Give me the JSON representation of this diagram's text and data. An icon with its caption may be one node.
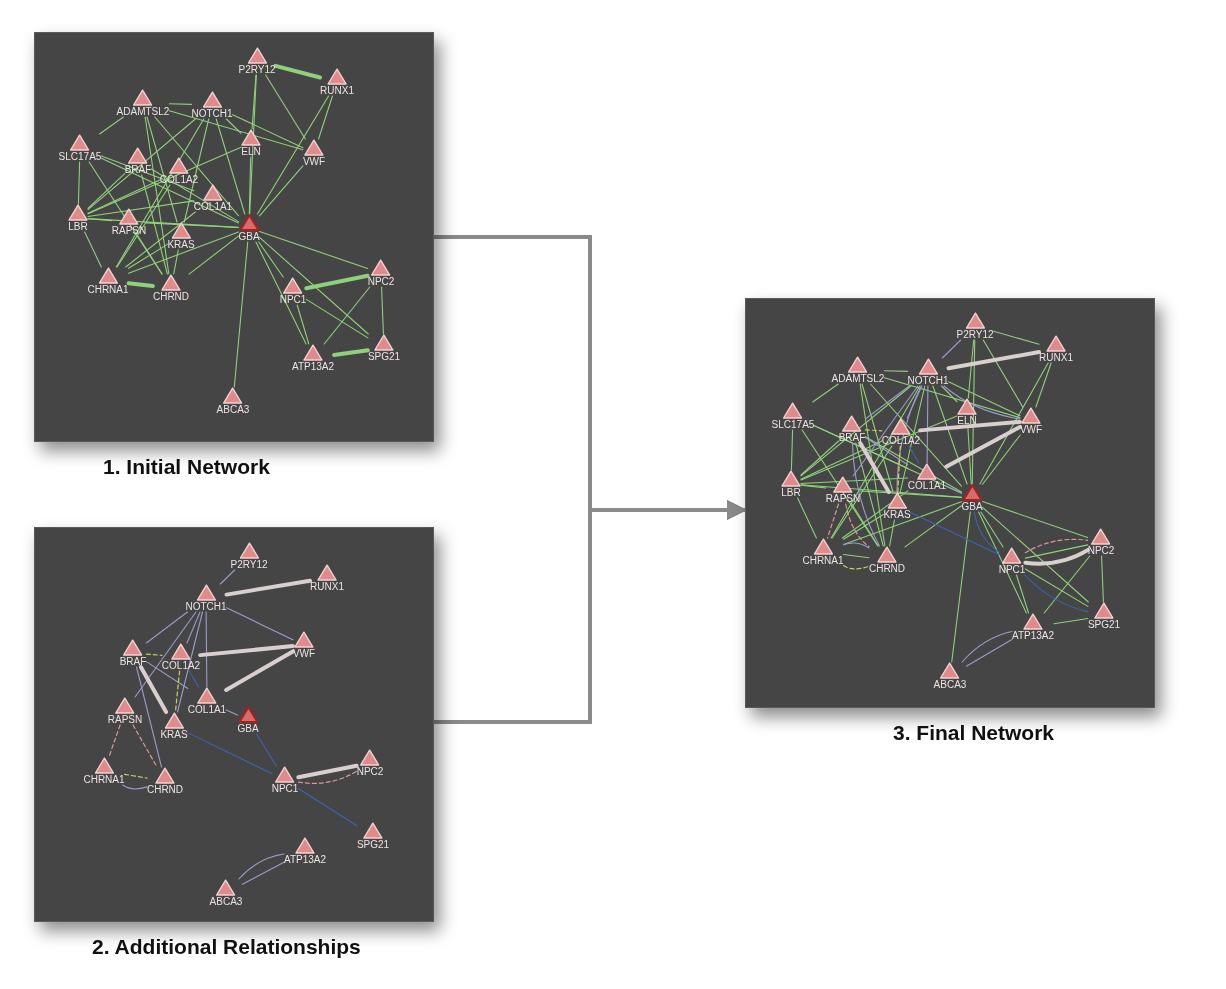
{
  "diagram": {
    "nodes": [
      {
        "text": [
          "1. Initial Network"
        ]
      },
      {
        "text": [
          "P2RY12"
        ],
        "in": 0
      },
      {
        "text": [
          "RUNX1"
        ],
        "in": 0
      },
      {
        "text": [
          "ADAMTSL2"
        ],
        "in": 0
      },
      {
        "text": [
          "NOTCH1"
        ],
        "in": 0
      },
      {
        "text": [
          "SLC17A5"
        ],
        "in": 0
      },
      {
        "text": [
          "BRAF"
        ],
        "in": 0
      },
      {
        "text": [
          "COL1A2"
        ],
        "in": 0
      },
      {
        "text": [
          "ELN"
        ],
        "in": 0
      },
      {
        "text": [
          "VWF"
        ],
        "in": 0
      },
      {
        "text": [
          "COL1A1"
        ],
        "in": 0
      },
      {
        "text": [
          "LBR"
        ],
        "in": 0
      },
      {
        "text": [
          "RAPSN"
        ],
        "in": 0
      },
      {
        "text": [
          "KRAS"
        ],
        "in": 0
      },
      {
        "text": [
          "GBA"
        ],
        "in": 0
      },
      {
        "text": [
          "CHRNA1"
        ],
        "in": 0
      },
      {
        "text": [
          "CHRND"
        ],
        "in": 0
      },
      {
        "text": [
          "NPC1"
        ],
        "in": 0
      },
      {
        "text": [
          "NPC2"
        ],
        "in": 0
      },
      {
        "text": [
          "SPG21"
        ],
        "in": 0
      },
      {
        "text": [
          "ATP13A2"
        ],
        "in": 0
      },
      {
        "text": [
          "ABCA3"
        ],
        "in": 0
      },
      {
        "text": [
          "2. Additional Relationships"
        ]
      },
      {
        "text": [
          "P2RY12"
        ],
        "in": 22
      },
      {
        "text": [
          "RUNX1"
        ],
        "in": 22
      },
      {
        "text": [
          "NOTCH1"
        ],
        "in": 22
      },
      {
        "text": [
          "BRAF"
        ],
        "in": 22
      },
      {
        "text": [
          "COL1A2"
        ],
        "in": 22
      },
      {
        "text": [
          "VWF"
        ],
        "in": 22
      },
      {
        "text": [
          "COL1A1"
        ],
        "in": 22
      },
      {
        "text": [
          "RAPSN"
        ],
        "in": 22
      },
      {
        "text": [
          "KRAS"
        ],
        "in": 22
      },
      {
        "text": [
          "GBA"
        ],
        "in": 22
      },
      {
        "text": [
          "CHRNA1"
        ],
        "in": 22
      },
      {
        "text": [
          "CHRND"
        ],
        "in": 22
      },
      {
        "text": [
          "NPC1"
        ],
        "in": 22
      },
      {
        "text": [
          "NPC2"
        ],
        "in": 22
      },
      {
        "text": [
          "SPG21"
        ],
        "in": 22
      },
      {
        "text": [
          "ATP13A2"
        ],
        "in": 22
      },
      {
        "text": [
          "ABCA3"
        ],
        "in": 22
      },
      {
        "text": [
          "3. Final Network"
        ]
      },
      {
        "text": [
          "P2RY12"
        ],
        "in": 40
      },
      {
        "text": [
          "RUNX1"
        ],
        "in": 40
      },
      {
        "text": [
          "ADAMTSL2"
        ],
        "in": 40
      },
      {
        "text": [
          "NOTCH1"
        ],
        "in": 40
      },
      {
        "text": [
          "SLC17A5"
        ],
        "in": 40
      },
      {
        "text": [
          "BRAF"
        ],
        "in": 40
      },
      {
        "text": [
          "COL1A2"
        ],
        "in": 40
      },
      {
        "text": [
          "ELN"
        ],
        "in": 40
      },
      {
        "text": [
          "VWF"
        ],
        "in": 40
      },
      {
        "text": [
          "COL1A1"
        ],
        "in": 40
      },
      {
        "text": [
          "LBR"
        ],
        "in": 40
      },
      {
        "text": [
          "RAPSN"
        ],
        "in": 40
      },
      {
        "text": [
          "KRAS"
        ],
        "in": 40
      },
      {
        "text": [
          "GBA"
        ],
        "in": 40
      },
      {
        "text": [
          "CHRNA1"
        ],
        "in": 40
      },
      {
        "text": [
          "CHRND"
        ],
        "in": 40
      },
      {
        "text": [
          "NPC1"
        ],
        "in": 40
      },
      {
        "text": [
          "NPC2"
        ],
        "in": 40
      },
      {
        "text": [
          "SPG21"
        ],
        "in": 40
      },
      {
        "text": [
          "ATP13A2"
        ],
        "in": 40
      },
      {
        "text": [
          "ABCA3"
        ],
        "in": 40
      }
    ],
    "edges": [
      {
        "from": 0,
        "to": 40,
        "arrow": "to",
        "style": "thick",
        "color": "#8a8a8a"
      },
      {
        "from": 22,
        "to": 40,
        "arrow": "to",
        "style": "thick",
        "color": "#8a8a8a"
      },
      {
        "from": 1,
        "to": 2,
        "arrow": "none",
        "style": "thick"
      },
      {
        "from": 1,
        "to": 14,
        "arrow": "none"
      },
      {
        "from": 1,
        "to": 9,
        "arrow": "none"
      },
      {
        "from": 1,
        "to": 8,
        "arrow": "none"
      },
      {
        "from": 2,
        "to": 9,
        "arrow": "none"
      },
      {
        "from": 2,
        "to": 14,
        "arrow": "none"
      },
      {
        "from": 3,
        "to": 4,
        "arrow": "none"
      },
      {
        "from": 3,
        "to": 5,
        "arrow": "none"
      },
      {
        "from": 3,
        "to": 9,
        "arrow": "none"
      },
      {
        "from": 3,
        "to": 14,
        "arrow": "none"
      },
      {
        "from": 3,
        "to": 13,
        "arrow": "none"
      },
      {
        "from": 3,
        "to": 16,
        "arrow": "none"
      },
      {
        "from": 4,
        "to": 8,
        "arrow": "none"
      },
      {
        "from": 4,
        "to": 9,
        "arrow": "none"
      },
      {
        "from": 4,
        "to": 14,
        "arrow": "none"
      },
      {
        "from": 4,
        "to": 11,
        "arrow": "none"
      },
      {
        "from": 4,
        "to": 15,
        "arrow": "none"
      },
      {
        "from": 4,
        "to": 13,
        "arrow": "none"
      },
      {
        "from": 5,
        "to": 11,
        "arrow": "none"
      },
      {
        "from": 5,
        "to": 14,
        "arrow": "none"
      },
      {
        "from": 5,
        "to": 16,
        "arrow": "none"
      },
      {
        "from": 5,
        "to": 10,
        "arrow": "none"
      },
      {
        "from": 6,
        "to": 14,
        "arrow": "none"
      },
      {
        "from": 6,
        "to": 16,
        "arrow": "none"
      },
      {
        "from": 6,
        "to": 11,
        "arrow": "none"
      },
      {
        "from": 7,
        "to": 11,
        "arrow": "none"
      },
      {
        "from": 7,
        "to": 15,
        "arrow": "none"
      },
      {
        "from": 8,
        "to": 14,
        "arrow": "none"
      },
      {
        "from": 8,
        "to": 11,
        "arrow": "none"
      },
      {
        "from": 9,
        "to": 14,
        "arrow": "none"
      },
      {
        "from": 10,
        "to": 11,
        "arrow": "none"
      },
      {
        "from": 10,
        "to": 15,
        "arrow": "none"
      },
      {
        "from": 11,
        "to": 14,
        "arrow": "none"
      },
      {
        "from": 11,
        "to": 15,
        "arrow": "none"
      },
      {
        "from": 11,
        "to": 12,
        "arrow": "none"
      },
      {
        "from": 12,
        "to": 16,
        "arrow": "none"
      },
      {
        "from": 12,
        "to": 14,
        "arrow": "none"
      },
      {
        "from": 13,
        "to": 16,
        "arrow": "none"
      },
      {
        "from": 13,
        "to": 15,
        "arrow": "none"
      },
      {
        "from": 14,
        "to": 15,
        "arrow": "none"
      },
      {
        "from": 14,
        "to": 16,
        "arrow": "none"
      },
      {
        "from": 15,
        "to": 16,
        "arrow": "none",
        "style": "thick"
      },
      {
        "from": 14,
        "to": 18,
        "arrow": "none"
      },
      {
        "from": 14,
        "to": 17,
        "arrow": "none"
      },
      {
        "from": 14,
        "to": 19,
        "arrow": "none"
      },
      {
        "from": 14,
        "to": 20,
        "arrow": "none"
      },
      {
        "from": 14,
        "to": 21,
        "arrow": "none"
      },
      {
        "from": 17,
        "to": 18,
        "arrow": "none",
        "style": "thick"
      },
      {
        "from": 17,
        "to": 20,
        "arrow": "none"
      },
      {
        "from": 17,
        "to": 19,
        "arrow": "none"
      },
      {
        "from": 18,
        "to": 19,
        "arrow": "none"
      },
      {
        "from": 18,
        "to": 20,
        "arrow": "none"
      },
      {
        "from": 19,
        "to": 20,
        "arrow": "none",
        "style": "thick"
      },
      {
        "from": 23,
        "to": 25,
        "arrow": "none",
        "color": "#9a9ccc"
      },
      {
        "from": 25,
        "to": 24,
        "arrow": "none",
        "style": "thick",
        "color": "#d9cfcf"
      },
      {
        "from": 25,
        "to": 26,
        "arrow": "none",
        "color": "#9a9ccc"
      },
      {
        "from": 25,
        "to": 28,
        "arrow": "none",
        "color": "#9a9ccc"
      },
      {
        "from": 25,
        "to": 29,
        "arrow": "none",
        "color": "#9a9ccc"
      },
      {
        "from": 25,
        "to": 31,
        "arrow": "none",
        "color": "#9a9ccc"
      },
      {
        "from": 25,
        "to": 30,
        "arrow": "none",
        "color": "#9a9ccc"
      },
      {
        "from": 25,
        "to": 27,
        "arrow": "none",
        "color": "#9a9ccc"
      },
      {
        "from": 27,
        "to": 28,
        "arrow": "none",
        "style": "thick",
        "color": "#d9cfcf"
      },
      {
        "from": 29,
        "to": 28,
        "arrow": "none",
        "style": "thick",
        "color": "#d9cfcf"
      },
      {
        "from": 26,
        "to": 31,
        "arrow": "none",
        "style": "thick",
        "color": "#d9cfcf"
      },
      {
        "from": 26,
        "to": 29,
        "arrow": "none",
        "color": "#9a9ccc"
      },
      {
        "from": 26,
        "to": 27,
        "arrow": "none",
        "style": "dashed",
        "color": "#c8d060"
      },
      {
        "from": 27,
        "to": 31,
        "arrow": "none",
        "style": "dashed",
        "color": "#c8d060"
      },
      {
        "from": 27,
        "to": 29,
        "arrow": "none",
        "color": "#3a66b0"
      },
      {
        "from": 29,
        "to": 32,
        "arrow": "none",
        "color": "#9a9ccc"
      },
      {
        "from": 31,
        "to": 35,
        "arrow": "none",
        "color": "#3a66b0"
      },
      {
        "from": 32,
        "to": 35,
        "arrow": "none",
        "color": "#3a66b0"
      },
      {
        "from": 35,
        "to": 37,
        "arrow": "none",
        "color": "#3a66b0"
      },
      {
        "from": 35,
        "to": 36,
        "arrow": "none",
        "style": "thick",
        "color": "#d9cfcf"
      },
      {
        "from": 35,
        "to": 36,
        "arrow": "none",
        "style": "dashed",
        "color": "#d89a9a"
      },
      {
        "from": 30,
        "to": 33,
        "arrow": "none",
        "style": "dashed",
        "color": "#d89a9a"
      },
      {
        "from": 30,
        "to": 34,
        "arrow": "none",
        "style": "dashed",
        "color": "#d89a9a"
      },
      {
        "from": 33,
        "to": 34,
        "arrow": "none",
        "style": "dashed",
        "color": "#c8d060"
      },
      {
        "from": 33,
        "to": 34,
        "arrow": "none",
        "color": "#9a9ccc"
      },
      {
        "from": 26,
        "to": 34,
        "arrow": "none",
        "color": "#9a9ccc"
      },
      {
        "from": 38,
        "to": 39,
        "arrow": "none",
        "color": "#9a9ccc"
      },
      {
        "from": 38,
        "to": 39,
        "arrow": "none",
        "color": "#9a9ccc"
      },
      {
        "from": 41,
        "to": 42,
        "arrow": "none"
      },
      {
        "from": 41,
        "to": 54,
        "arrow": "none"
      },
      {
        "from": 41,
        "to": 49,
        "arrow": "none"
      },
      {
        "from": 41,
        "to": 48,
        "arrow": "none"
      },
      {
        "from": 42,
        "to": 49,
        "arrow": "none"
      },
      {
        "from": 42,
        "to": 54,
        "arrow": "none"
      },
      {
        "from": 43,
        "to": 44,
        "arrow": "none"
      },
      {
        "from": 43,
        "to": 45,
        "arrow": "none"
      },
      {
        "from": 43,
        "to": 49,
        "arrow": "none"
      },
      {
        "from": 43,
        "to": 54,
        "arrow": "none"
      },
      {
        "from": 43,
        "to": 53,
        "arrow": "none"
      },
      {
        "from": 43,
        "to": 56,
        "arrow": "none"
      },
      {
        "from": 44,
        "to": 48,
        "arrow": "none"
      },
      {
        "from": 44,
        "to": 49,
        "arrow": "none"
      },
      {
        "from": 44,
        "to": 54,
        "arrow": "none"
      },
      {
        "from": 44,
        "to": 51,
        "arrow": "none"
      },
      {
        "from": 44,
        "to": 55,
        "arrow": "none"
      },
      {
        "from": 44,
        "to": 53,
        "arrow": "none"
      },
      {
        "from": 45,
        "to": 51,
        "arrow": "none"
      },
      {
        "from": 45,
        "to": 54,
        "arrow": "none"
      },
      {
        "from": 45,
        "to": 56,
        "arrow": "none"
      },
      {
        "from": 45,
        "to": 50,
        "arrow": "none"
      },
      {
        "from": 46,
        "to": 54,
        "arrow": "none"
      },
      {
        "from": 46,
        "to": 56,
        "arrow": "none"
      },
      {
        "from": 46,
        "to": 51,
        "arrow": "none"
      },
      {
        "from": 47,
        "to": 51,
        "arrow": "none"
      },
      {
        "from": 47,
        "to": 55,
        "arrow": "none"
      },
      {
        "from": 48,
        "to": 54,
        "arrow": "none"
      },
      {
        "from": 48,
        "to": 51,
        "arrow": "none"
      },
      {
        "from": 49,
        "to": 54,
        "arrow": "none"
      },
      {
        "from": 50,
        "to": 51,
        "arrow": "none"
      },
      {
        "from": 50,
        "to": 55,
        "arrow": "none"
      },
      {
        "from": 51,
        "to": 54,
        "arrow": "none"
      },
      {
        "from": 51,
        "to": 55,
        "arrow": "none"
      },
      {
        "from": 51,
        "to": 52,
        "arrow": "none"
      },
      {
        "from": 52,
        "to": 56,
        "arrow": "none"
      },
      {
        "from": 52,
        "to": 54,
        "arrow": "none"
      },
      {
        "from": 53,
        "to": 56,
        "arrow": "none"
      },
      {
        "from": 53,
        "to": 55,
        "arrow": "none"
      },
      {
        "from": 54,
        "to": 55,
        "arrow": "none"
      },
      {
        "from": 54,
        "to": 56,
        "arrow": "none"
      },
      {
        "from": 55,
        "to": 56,
        "arrow": "none"
      },
      {
        "from": 54,
        "to": 58,
        "arrow": "none"
      },
      {
        "from": 54,
        "to": 57,
        "arrow": "none"
      },
      {
        "from": 54,
        "to": 59,
        "arrow": "none"
      },
      {
        "from": 54,
        "to": 60,
        "arrow": "none"
      },
      {
        "from": 54,
        "to": 61,
        "arrow": "none"
      },
      {
        "from": 57,
        "to": 58,
        "arrow": "none"
      },
      {
        "from": 57,
        "to": 60,
        "arrow": "none"
      },
      {
        "from": 57,
        "to": 59,
        "arrow": "none"
      },
      {
        "from": 58,
        "to": 59,
        "arrow": "none"
      },
      {
        "from": 58,
        "to": 60,
        "arrow": "none"
      },
      {
        "from": 59,
        "to": 60,
        "arrow": "none"
      },
      {
        "from": 41,
        "to": 44,
        "arrow": "none",
        "color": "#9a9ccc"
      },
      {
        "from": 44,
        "to": 42,
        "arrow": "none",
        "style": "thick",
        "color": "#d9cfcf"
      },
      {
        "from": 44,
        "to": 46,
        "arrow": "none",
        "color": "#9a9ccc"
      },
      {
        "from": 44,
        "to": 49,
        "arrow": "none",
        "color": "#9a9ccc"
      },
      {
        "from": 44,
        "to": 50,
        "arrow": "none",
        "color": "#9a9ccc"
      },
      {
        "from": 44,
        "to": 53,
        "arrow": "none",
        "color": "#9a9ccc"
      },
      {
        "from": 44,
        "to": 52,
        "arrow": "none",
        "color": "#9a9ccc"
      },
      {
        "from": 44,
        "to": 47,
        "arrow": "none",
        "color": "#9a9ccc"
      },
      {
        "from": 47,
        "to": 49,
        "arrow": "none",
        "style": "thick",
        "color": "#d9cfcf"
      },
      {
        "from": 50,
        "to": 49,
        "arrow": "none",
        "style": "thick",
        "color": "#d9cfcf"
      },
      {
        "from": 46,
        "to": 53,
        "arrow": "none",
        "style": "thick",
        "color": "#d9cfcf"
      },
      {
        "from": 46,
        "to": 50,
        "arrow": "none",
        "color": "#9a9ccc"
      },
      {
        "from": 46,
        "to": 47,
        "arrow": "none",
        "style": "dashed",
        "color": "#c8d060"
      },
      {
        "from": 47,
        "to": 53,
        "arrow": "none",
        "style": "dashed",
        "color": "#c8d060"
      },
      {
        "from": 47,
        "to": 50,
        "arrow": "none",
        "color": "#3a66b0"
      },
      {
        "from": 50,
        "to": 54,
        "arrow": "none",
        "color": "#9a9ccc"
      },
      {
        "from": 53,
        "to": 57,
        "arrow": "none",
        "color": "#3a66b0"
      },
      {
        "from": 54,
        "to": 57,
        "arrow": "none",
        "color": "#3a66b0"
      },
      {
        "from": 57,
        "to": 59,
        "arrow": "none",
        "color": "#3a66b0"
      },
      {
        "from": 57,
        "to": 58,
        "arrow": "none",
        "style": "thick",
        "color": "#d9cfcf"
      },
      {
        "from": 57,
        "to": 58,
        "arrow": "none",
        "style": "dashed",
        "color": "#d89a9a"
      },
      {
        "from": 52,
        "to": 55,
        "arrow": "none",
        "style": "dashed",
        "color": "#d89a9a"
      },
      {
        "from": 52,
        "to": 56,
        "arrow": "none",
        "style": "dashed",
        "color": "#d89a9a"
      },
      {
        "from": 55,
        "to": 56,
        "arrow": "none",
        "style": "dashed",
        "color": "#c8d060"
      },
      {
        "from": 55,
        "to": 56,
        "arrow": "none",
        "color": "#9a9ccc"
      },
      {
        "from": 46,
        "to": 56,
        "arrow": "none",
        "color": "#9a9ccc"
      },
      {
        "from": 60,
        "to": 61,
        "arrow": "none",
        "color": "#9a9ccc"
      },
      {
        "from": 60,
        "to": 61,
        "arrow": "none",
        "color": "#9a9ccc"
      }
    ]
  }
}
